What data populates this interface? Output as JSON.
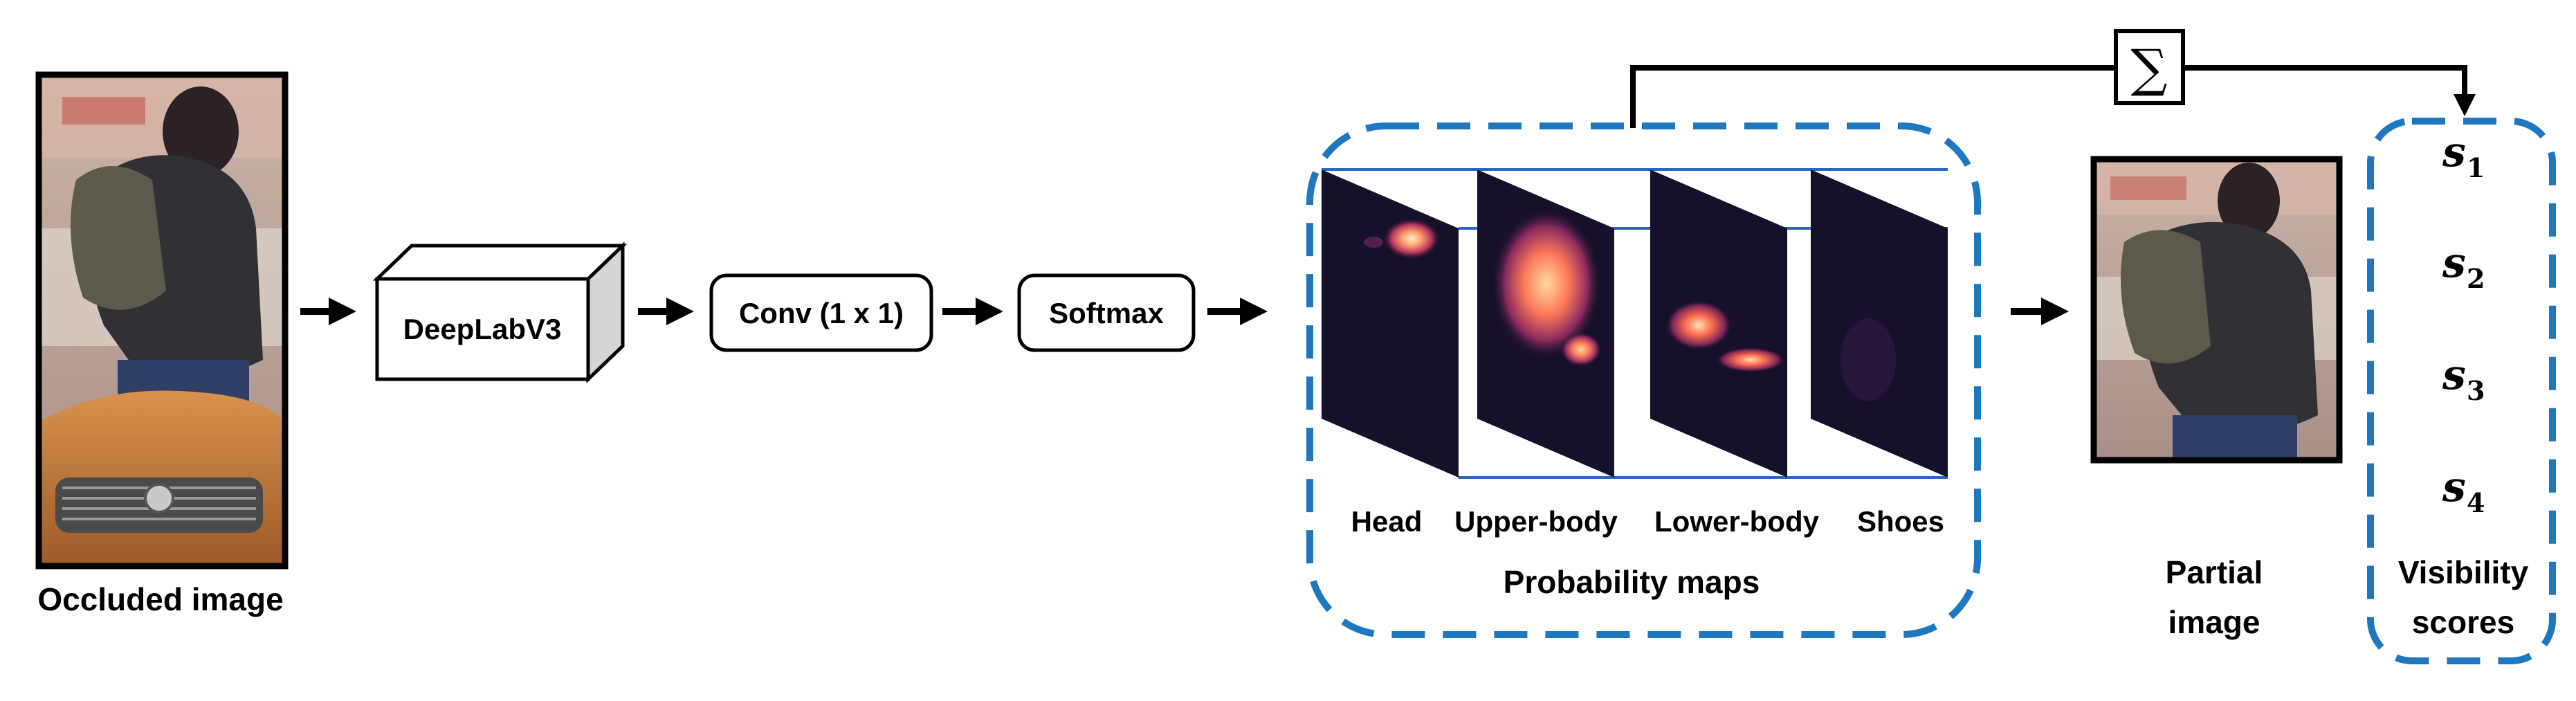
{
  "occluded_image": {
    "label": "Occluded image"
  },
  "blocks": {
    "backbone": "DeepLabV3",
    "conv": "Conv (1 x 1)",
    "softmax": "Softmax"
  },
  "probability_maps": {
    "title": "Probability maps",
    "maps": [
      "Head",
      "Upper-body",
      "Lower-body",
      "Shoes"
    ]
  },
  "sum_symbol": "∑",
  "partial_image": {
    "label_line1": "Partial",
    "label_line2": "image"
  },
  "visibility": {
    "label_line1": "Visibility",
    "label_line2": "scores",
    "scores": [
      {
        "base": "s",
        "sub": "1"
      },
      {
        "base": "s",
        "sub": "2"
      },
      {
        "base": "s",
        "sub": "3"
      },
      {
        "base": "s",
        "sub": "4"
      }
    ]
  },
  "colors": {
    "accent_dashed": "#1f77c0",
    "arrow": "#000000",
    "heatmap_bg": "#17102b"
  }
}
